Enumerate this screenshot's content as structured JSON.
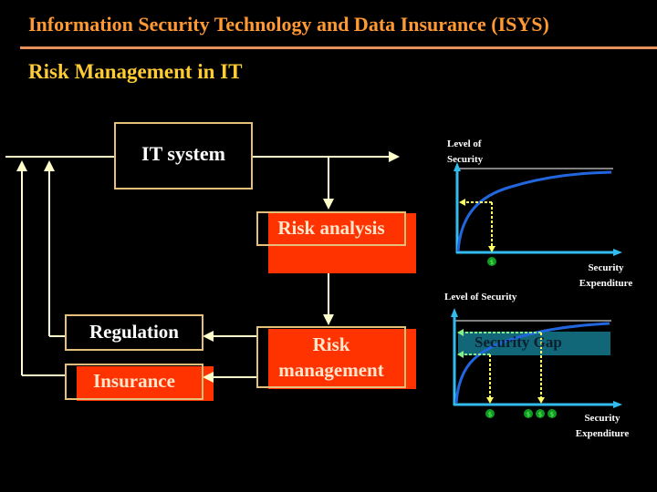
{
  "header": {
    "title": "Information Security Technology and Data Insurance (ISYS)",
    "subtitle": "Risk Management in IT"
  },
  "diagram": {
    "nodes": {
      "it_system": "IT system",
      "risk_analysis": "Risk analysis",
      "regulation": "Regulation",
      "insurance": "Insurance",
      "risk_management_line1": "Risk",
      "risk_management_line2": "management"
    },
    "colors": {
      "accent_orange": "#ff3300",
      "outline": "#e6c07a",
      "connector": "#ffffcc",
      "title_orange": "#ff9933",
      "subtitle_yellow": "#ffcc33"
    }
  },
  "chart_data": [
    {
      "type": "line",
      "title": "",
      "ylabel": "Level of Security",
      "xlabel": "Security Expenditure",
      "ylabel_lines": [
        "Level of",
        "Security"
      ],
      "xlabel_lines": [
        "Security",
        "Expenditure"
      ],
      "description": "Concave saturating curve of security level vs expenditure, approaching a ceiling line; one expenditure point mapped to a security level via dotted guides",
      "markers": [
        "$"
      ],
      "series": [
        {
          "name": "Security level curve",
          "shape": "logarithmic / saturating"
        }
      ],
      "ceiling_line": true
    },
    {
      "type": "line",
      "title": "",
      "ylabel": "Level of Security",
      "xlabel": "Security Expenditure",
      "xlabel_lines": [
        "Security",
        "Expenditure"
      ],
      "annotation": "Security Gap",
      "description": "Same saturating curve; two expenditure points ($ and $$$) mapped to levels, band between them labeled Security Gap",
      "markers": [
        "$",
        "$$$"
      ],
      "series": [
        {
          "name": "Security level curve",
          "shape": "logarithmic / saturating"
        }
      ],
      "ceiling_line": true
    }
  ]
}
